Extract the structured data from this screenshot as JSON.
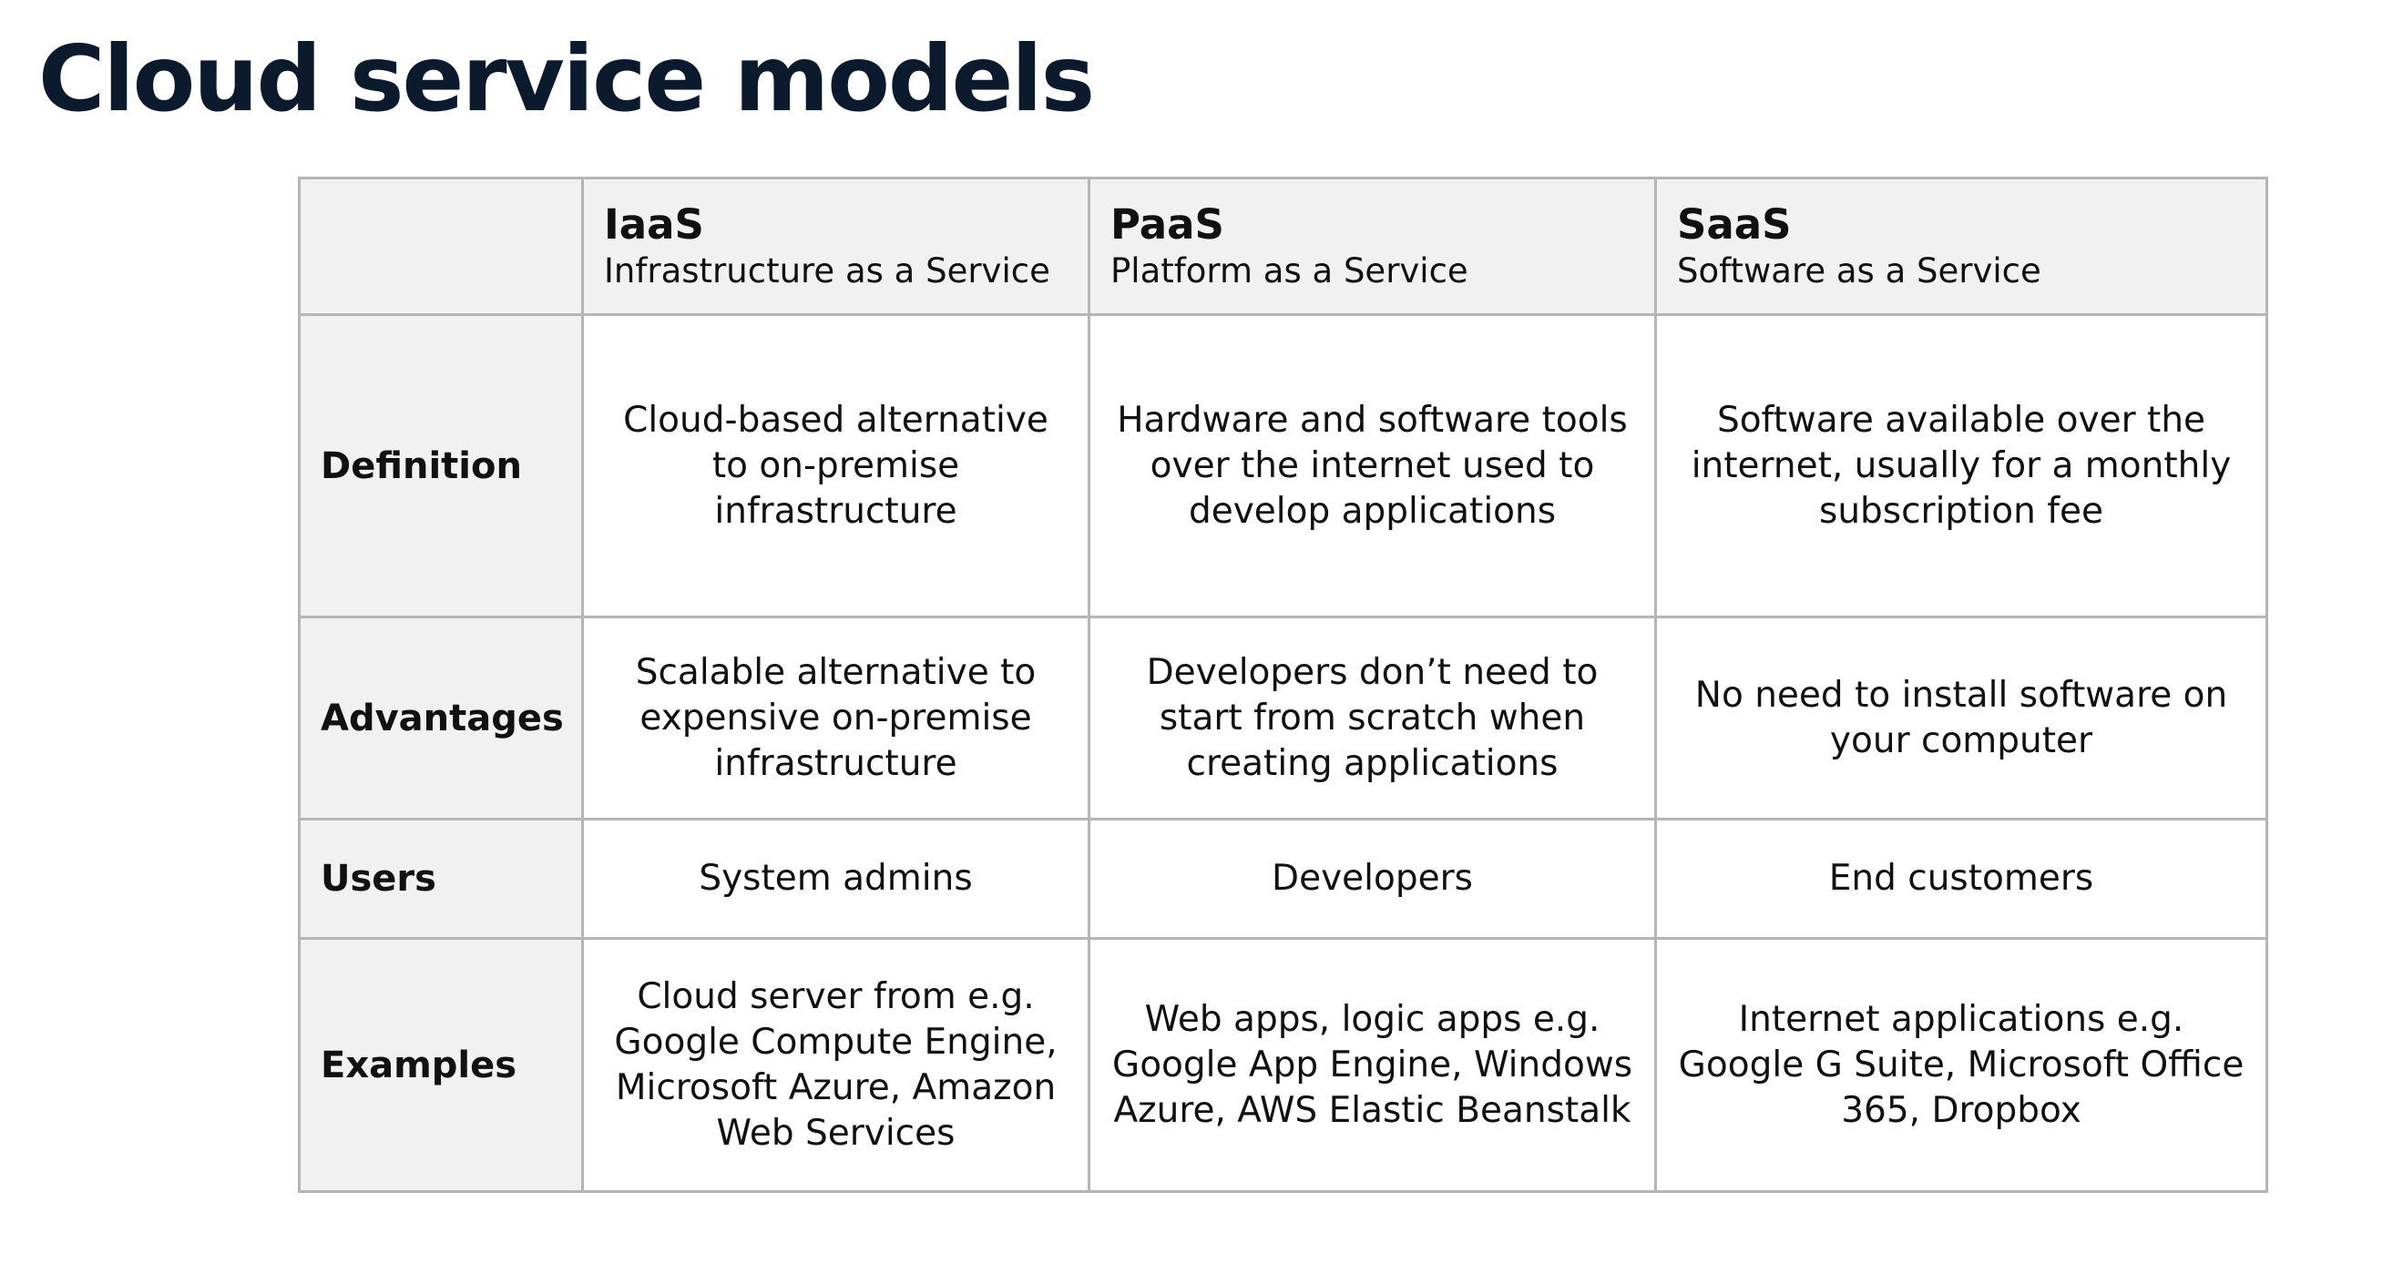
{
  "title": "Cloud service models",
  "columns": [
    {
      "abbr": "IaaS",
      "full": "Infrastructure as a Service"
    },
    {
      "abbr": "PaaS",
      "full": "Platform as a Service"
    },
    {
      "abbr": "SaaS",
      "full": "Software as a Service"
    }
  ],
  "rows": [
    {
      "label": "Definition",
      "cells": [
        "Cloud-based alternative to on-premise infrastructure",
        "Hardware and software tools over the internet used to develop applications",
        "Software available over the internet, usually for a monthly subscription fee"
      ]
    },
    {
      "label": "Advantages",
      "cells": [
        "Scalable alternative to expensive on-premise infrastructure",
        "Developers don’t need to start from scratch when creating applications",
        "No need to install software on your computer"
      ]
    },
    {
      "label": "Users",
      "cells": [
        "System admins",
        "Developers",
        "End customers"
      ]
    },
    {
      "label": "Examples",
      "cells": [
        "Cloud server from e.g. Google Compute Engine, Microsoft Azure, Amazon Web Services",
        "Web apps, logic apps e.g. Google App Engine, Windows Azure, AWS Elastic Beanstalk",
        "Internet applications e.g. Google G Suite, Microsoft Office 365, Dropbox"
      ]
    }
  ]
}
